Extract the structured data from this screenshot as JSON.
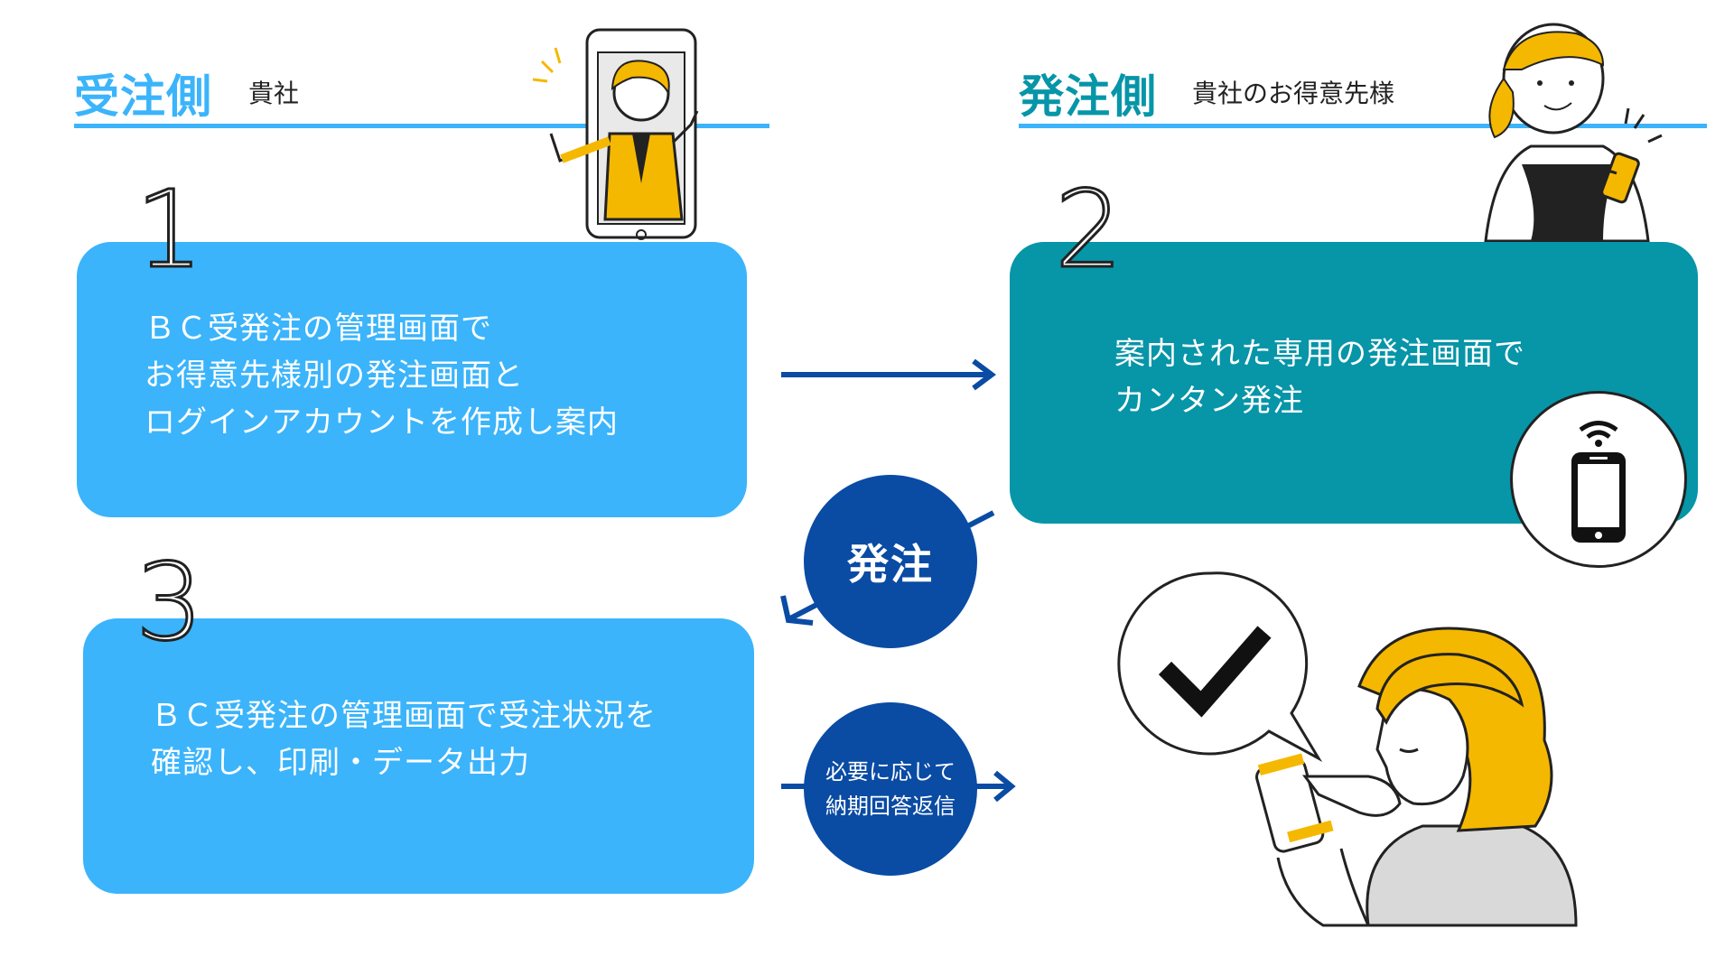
{
  "left_header": {
    "title": "受注側",
    "subtitle": "貴社"
  },
  "right_header": {
    "title": "発注側",
    "subtitle": "貴社のお得意先様"
  },
  "step1": {
    "number": "1",
    "text": "ＢＣ受発注の管理画面で\nお得意先様別の発注画面と\nログインアカウントを作成し案内"
  },
  "step2": {
    "number": "2",
    "text": "案内された専用の発注画面で\nカンタン発注"
  },
  "step3": {
    "number": "3",
    "text": "ＢＣ受発注の管理画面で受注状況を\n確認し、印刷・データ出力"
  },
  "badge_order": {
    "label": "発注"
  },
  "badge_reply": {
    "label": "必要に応じて\n納期回答返信"
  },
  "colors": {
    "left_accent": "#3bb4fb",
    "right_accent": "#0795a8",
    "card_light": "#3bb4fb",
    "card_teal": "#0795a8",
    "navy": "#0a4ba4",
    "illustration_yellow": "#f5b800"
  },
  "icons": [
    "businesswoman-phone-illustration",
    "woman-smartphone-illustration",
    "smartphone-wifi-icon",
    "checkmark-bubble-icon",
    "woman-tapping-phone-illustration"
  ]
}
